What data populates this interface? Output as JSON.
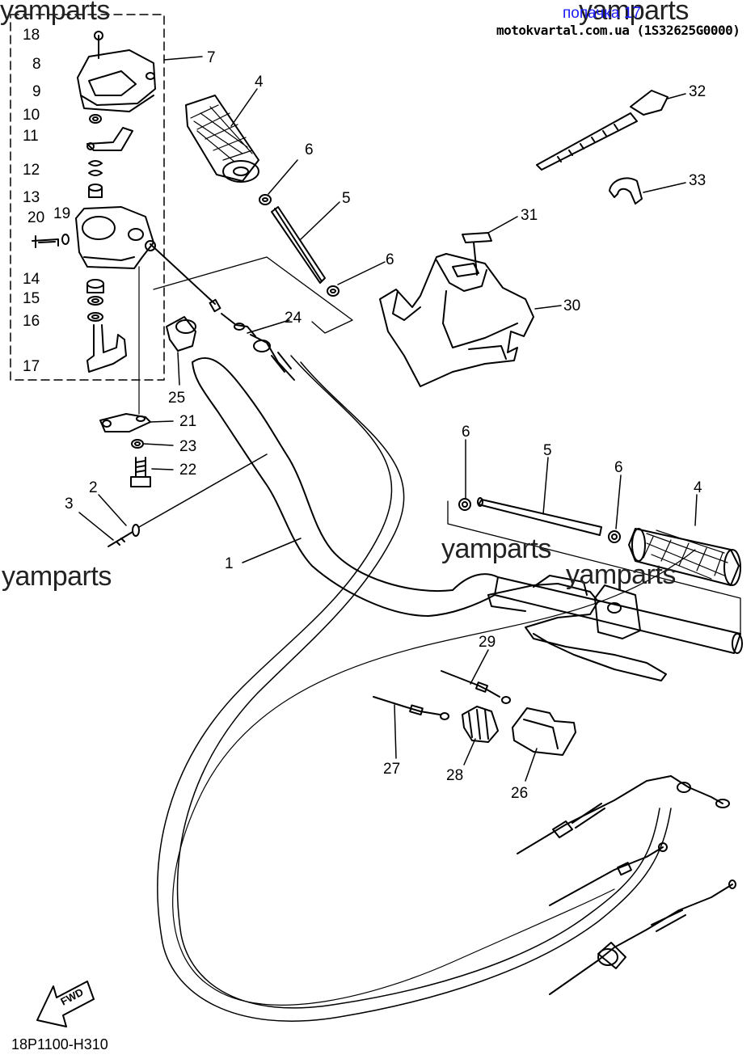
{
  "header": {
    "link_text": "попачка 17",
    "source_text": "motokvartal.com.ua (1S32625G0000)"
  },
  "watermarks": [
    "yamparts",
    "yamparts",
    "yamparts",
    "yamparts",
    "yamparts"
  ],
  "diagram_code": "18P1100-H310",
  "fwd_label": "FWD",
  "callouts": [
    "1",
    "2",
    "3",
    "4",
    "5",
    "6",
    "7",
    "8",
    "9",
    "10",
    "11",
    "12",
    "13",
    "14",
    "15",
    "16",
    "17",
    "18",
    "19",
    "20",
    "21",
    "22",
    "23",
    "24",
    "25",
    "26",
    "27",
    "28",
    "29",
    "30",
    "31",
    "32",
    "33",
    "4",
    "5",
    "6",
    "6",
    "6"
  ]
}
